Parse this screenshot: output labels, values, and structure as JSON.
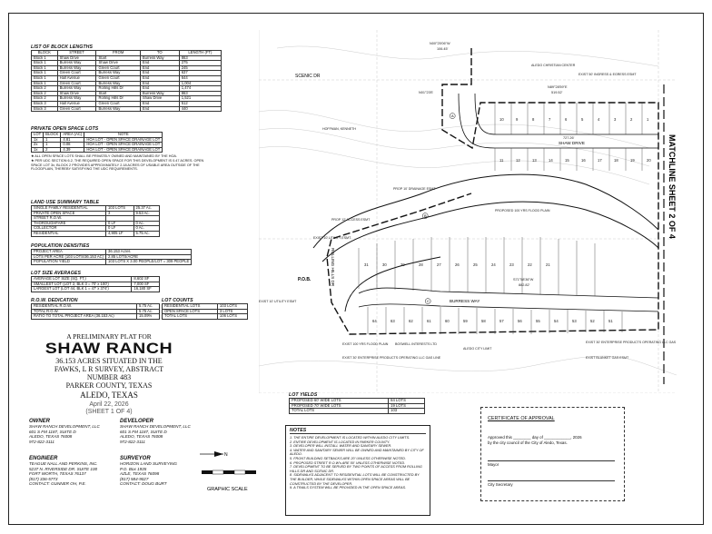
{
  "block_lengths": {
    "title": "LIST OF BLOCK LENGTHS",
    "headers": [
      "BLOCK",
      "STREET",
      "FROM",
      "TO",
      "LENGTH (FT)"
    ],
    "rows": [
      [
        "Block 1",
        "Shaw Drive",
        "Start",
        "Burress Way",
        "863"
      ],
      [
        "Block 1",
        "Burress Way",
        "Shaw Drive",
        "End",
        "275"
      ],
      [
        "Block 1",
        "Burress Way",
        "Green Court",
        "End",
        "245"
      ],
      [
        "Block 1",
        "Green Court",
        "Burress Way",
        "End",
        "637"
      ],
      [
        "Block 1",
        "Hall Avenue",
        "Green Court",
        "End",
        "644"
      ],
      [
        "Block 1",
        "Green Court",
        "Burress Way",
        "End",
        "1,004"
      ],
      [
        "Block 2",
        "Burress Way",
        "Rolling Hills Dr",
        "End",
        "1,474"
      ],
      [
        "Block 2",
        "Shaw Drive",
        "Start",
        "Burress Way",
        "863"
      ],
      [
        "Block 2",
        "Burress Way",
        "Rolling Hills Dr",
        "Shaw Drive",
        "1,521"
      ],
      [
        "Block 3",
        "Hall Avenue",
        "Green Court",
        "End",
        "512"
      ],
      [
        "Block 3",
        "Green Court",
        "Burress Way",
        "End",
        "440"
      ]
    ]
  },
  "open_space": {
    "title": "PRIVATE OPEN SPACE LOTS",
    "headers": [
      "LOT",
      "BLOCK",
      "AREA (AC)",
      "NOTE"
    ],
    "rows": [
      [
        "1x",
        "1",
        "4.81",
        "HOA LOT - OPEN SPACE DRAINAGE LOT"
      ],
      [
        "2x",
        "1",
        "0.08",
        "HOA LOT - OPEN SPACE DRAINAGE LOT"
      ],
      [
        "1x",
        "2",
        "4.39",
        "HOA LOT - OPEN SPACE DRAINAGE LOT"
      ]
    ],
    "footnotes": [
      "★ ALL OPEN SPACE LOTS SHALL BE PRIVATELY OWNED AND MAINTAINED BY THE HOA.",
      "★ PER UDC SECTION 6.2, THE REQUIRED OPEN SPACE FOR THIS DEVELOPMENT IS 0.47 ACRES. OPEN SPACE LOT 3x, BLOCK 2 PROVIDES APPROXIMATELY 2.18 ACRES OF USABLE AREA OUTSIDE OF THE FLOODPLAIN, THEREBY SATISFYING THE UDC REQUIREMENTS."
    ]
  },
  "land_use": {
    "title": "LAND USE SUMMARY TABLE",
    "rows": [
      [
        "SINGLE FAMILY RESIDENTIAL",
        "103 LOTS",
        "25.37 Ac."
      ],
      [
        "PRIVATE OPEN SPACE",
        "3",
        "9.53 Ac."
      ],
      [
        "STREET R.O.W.",
        "",
        ""
      ],
      [
        "    THOROUGHFARE",
        "0 LF",
        "0 Ac."
      ],
      [
        "    COLLECTOR",
        "0 LF",
        "0 Ac."
      ],
      [
        "    RESIDENTIAL",
        "4,905 LF",
        "5.75 Ac."
      ]
    ]
  },
  "population": {
    "title": "POPULATION DENSITIES",
    "rows": [
      [
        "PROJECT AREA",
        "36.153 Acres"
      ],
      [
        "LOTS PER ACRE (103 LOTS/36.153 AC)",
        "2.85 LOTS/ACRE"
      ],
      [
        "POPULATION YIELD",
        "103 LOTS X 3.00 PEOPLE/LOT = 309 PEOPLE"
      ]
    ]
  },
  "lot_sizes": {
    "title": "LOT SIZE AVERAGES",
    "rows": [
      [
        "AVERAGE LOT SIZE (SQ. FT.)",
        "8,602 SF"
      ],
      [
        "SMALLEST LOT (LOT 2, BLK 3 = 70' x 100')",
        "7,000 SF"
      ],
      [
        "LARGEST LOT (LOT 44, BLK 1 = 47' x 374')",
        "16,180 SF"
      ]
    ]
  },
  "row_dedication": {
    "title": "R.O.W. DEDICATION",
    "rows": [
      [
        "RESIDENTIAL R.O.W.",
        "5.75 Ac."
      ],
      [
        "TOTAL R.O.W.",
        "5.75 Ac."
      ],
      [
        "RATIO TO TOTAL PROJECT AREA (36.153 Ac)",
        "15.09%"
      ]
    ]
  },
  "lot_counts": {
    "title": "LOT COUNTS",
    "rows": [
      [
        "RESIDENTIAL LOTS",
        "103 LOTS"
      ],
      [
        "OPEN SPACE LOTS",
        "3 LOTS"
      ],
      [
        "TOTAL LOTS",
        "106 LOTS"
      ]
    ]
  },
  "plat": {
    "line1": "A PRELIMINARY PLAT FOR",
    "name": "SHAW RANCH",
    "line2": "36.153 ACRES SITUATED IN THE",
    "line3": "FAWKS, L R SURVEY, ABSTRACT",
    "line4": "NUMBER 483",
    "line5": "PARKER COUNTY, TEXAS",
    "city": "ALEDO, TEXAS",
    "date": "April 22, 2026",
    "sheet": "(SHEET 1 OF 4)"
  },
  "contacts": {
    "owner_label": "OWNER",
    "owner": [
      "SHAW RANCH DEVELOPMENT, LLC",
      "601 S FM 1187, SUITE D",
      "ALEDO, TEXAS 76008",
      "972-822-3111"
    ],
    "developer_label": "DEVELOPER",
    "developer": [
      "SHAW RANCH DEVELOPMENT, LLC",
      "601 S FM 1187, SUITE D",
      "ALEDO, TEXAS 76008",
      "972-822-3111"
    ],
    "engineer_label": "ENGINEER",
    "engineer": [
      "TEAGUE NALL AND PERKINS, INC.",
      "5237 N. RIVERSIDE DR. SUITE 100",
      "FORT WORTH, TEXAS 76137",
      "(817) 336-5773",
      "CONTACT: GUNNER OH, P.E."
    ],
    "surveyor_label": "SURVEYOR",
    "surveyor": [
      "HORIZON LAND SURVEYING",
      "P.O. Box 1935",
      "AZLE, TEXAS 76098",
      "(817) 584-9027",
      "CONTACT: DOUG BURT"
    ]
  },
  "graphic_scale": "GRAPHIC SCALE",
  "lot_yields": {
    "title": "LOT YIELDS",
    "rows": [
      [
        "PROPOSED 60' WIDE LOTS",
        "84 LOTS"
      ],
      [
        "PROPOSED 70' WIDE LOTS",
        "19 LOTS"
      ],
      [
        "TOTAL LOTS",
        "103"
      ]
    ]
  },
  "notes": {
    "title": "NOTES",
    "items": [
      "1. THE ENTIRE DEVELOPMENT IS LOCATED WITHIN ALEDO CITY LIMITS.",
      "2. ENTIRE DEVELOPMENT IS LOCATED IN PARKER COUNTY.",
      "3. DEVELOPER WILL INSTALL WATER AND SANITARY SEWER.",
      "4. WATER AND SANITARY SEWER WILL BE OWNED AND MAINTAINED BY CITY OF ALEDO.",
      "5. FRONT BUILDING SETBACKS ARE 20' UNLESS OTHERWISE NOTED.",
      "6. PROPOSED STREET R.O.W's ARE 50' UNLESS OTHERWISE NOTED.",
      "7. DEVELOPMENT TO BE SERVED BY TWO POINTS OF ACCESS FROM ROLLING HILLS DR AND SCENIC DR.",
      "8. SIDEWALKS ADJACENT TO RESIDENTIAL LOTS WILL BE CONSTRUCTED BY THE BUILDER, WHILE SIDEWALKS WITHIN OPEN SPACE AREAS WILL BE CONSTRUCTED BY THE DEVELOPER.",
      "9. A TRAILS SYSTEM WILL BE PROVIDED IN THE OPEN SPACE AREAS."
    ]
  },
  "certificate": {
    "title": "CERTIFICATE OF APPROVAL",
    "line1": "Approved this ________ day of ____________, 2026",
    "line2": "by the city council of the City of Aledo, Texas.",
    "mayor": "Mayor",
    "secretary": "City Secretary"
  },
  "map": {
    "matchline": "MATCHLINE SHEET 2 OF 4",
    "scenic_dr": "SCENIC DR",
    "shaw_drive": "SHAW DRIVE",
    "burress_way": "BURRESS WAY",
    "rolling_hills": "ROLLING HILLS DR",
    "pob": "P.O.B.",
    "labels": [
      "PROP 12' ACCESS ESMT",
      "PROP 10' DRAINAGE ESMT",
      "EXIST 10' UTILITY ESMT",
      "PROPOSED 100 YRS FLOOD PLAIN",
      "EXIST 10' UTILITY ESMT",
      "EXIST 100 YRS FLOOD PLAIN",
      "EXIST 30' ENTERPRISE PRODUCTS OPERATING LLC GAS LINE",
      "ALEDO CITY LIMIT",
      "EXIST 30' ENTERPRISE PRODUCTS OPERATING LLC GAS LINE",
      "EXIST BLANKET GAS ESMT",
      "EXIST 50' INGRESS & EGRESS ESMT",
      "ALEDO CHRISTIAN CENTER",
      "HOFFMAN, KENNETH",
      "BOSWELL INTERESTS LTD"
    ],
    "bearings": [
      "N00°25'06\"W",
      "106.45'",
      "N01°23'E",
      "727.26'",
      "S71°58'36\"W",
      "882.82'",
      "N89°28'59\"E",
      "519.52'"
    ],
    "lots_upper": [
      "10",
      "9",
      "8",
      "7",
      "6",
      "5",
      "4",
      "3",
      "2",
      "1"
    ],
    "lots_lower": [
      "11",
      "12",
      "13",
      "14",
      "15",
      "16",
      "17",
      "18",
      "19",
      "20"
    ],
    "lots_row3": [
      "31",
      "30",
      "29",
      "28",
      "27",
      "26",
      "25",
      "24",
      "23",
      "22",
      "21"
    ],
    "lots_row4": [
      "64",
      "63",
      "62",
      "61",
      "60",
      "59",
      "58",
      "57",
      "56",
      "55",
      "54",
      "53",
      "52",
      "51"
    ],
    "block_marks": [
      "A",
      "B",
      "C"
    ]
  }
}
